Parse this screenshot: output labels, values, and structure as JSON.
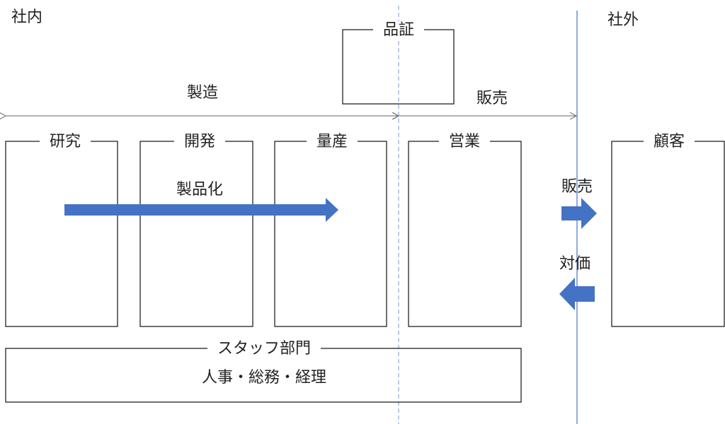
{
  "labels": {
    "internal": "社内",
    "external": "社外",
    "qa": "品証",
    "manufacturing": "製造",
    "sales_span": "販売",
    "research": "研究",
    "development": "開発",
    "mass_production": "量産",
    "sales_dept": "営業",
    "customer": "顧客",
    "productization": "製品化",
    "sell": "販売",
    "payment": "対価",
    "staff_dept": "スタッフ部門",
    "staff_detail": "人事・総務・経理"
  },
  "colors": {
    "arrow_fill": "#4472C4",
    "divider_dashed": "#8EAADB",
    "divider_solid": "#4472C4",
    "box_stroke": "#222222"
  }
}
